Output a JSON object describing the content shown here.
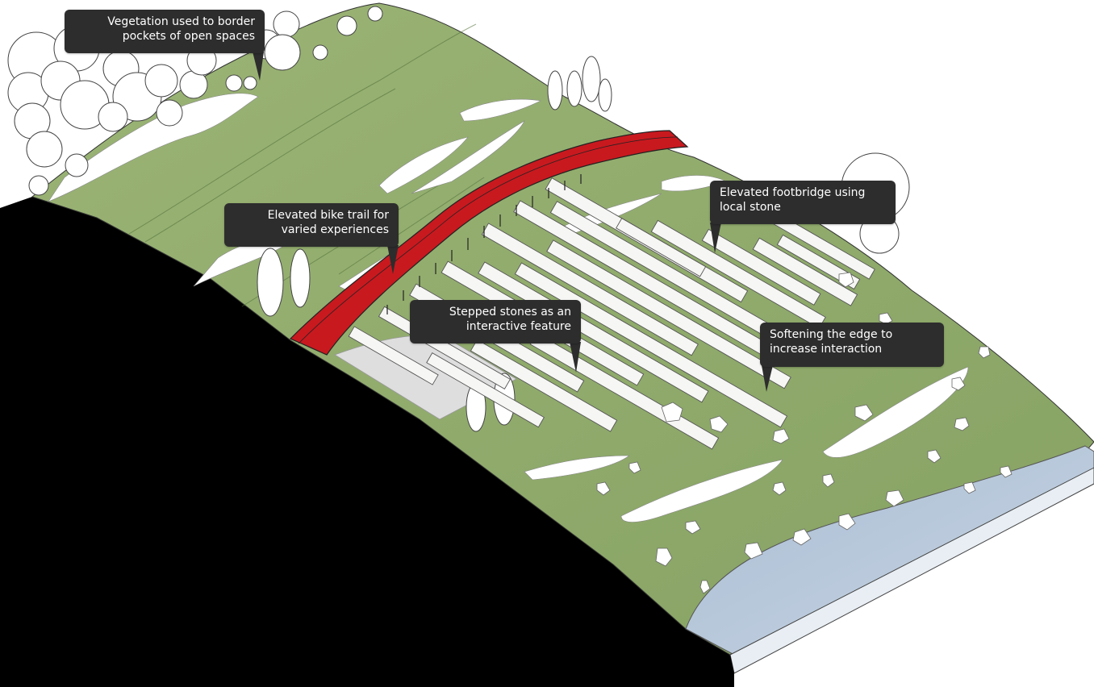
{
  "callouts": {
    "vegetation": {
      "line1": "Vegetation used to border",
      "line2": "pockets of open spaces"
    },
    "bike_trail": {
      "line1": "Elevated bike trail for",
      "line2": "varied experiences"
    },
    "footbridge": {
      "line1": "Elevated footbridge using",
      "line2": "local stone"
    },
    "stepped_stones": {
      "line1": "Stepped stones as an",
      "line2": "interactive feature"
    },
    "softening_edge": {
      "line1": "Softening the edge to",
      "line2": "increase interaction"
    }
  },
  "colors": {
    "grass": "#93ad6e",
    "grass_dark": "#6f8f52",
    "earth_section": "#000000",
    "bike_trail": "#c8191f",
    "stone": "#f7f7f5",
    "water": "#b7c8dc",
    "paving": "#dcdcdc",
    "callout_bg": "#2d2d2d"
  }
}
